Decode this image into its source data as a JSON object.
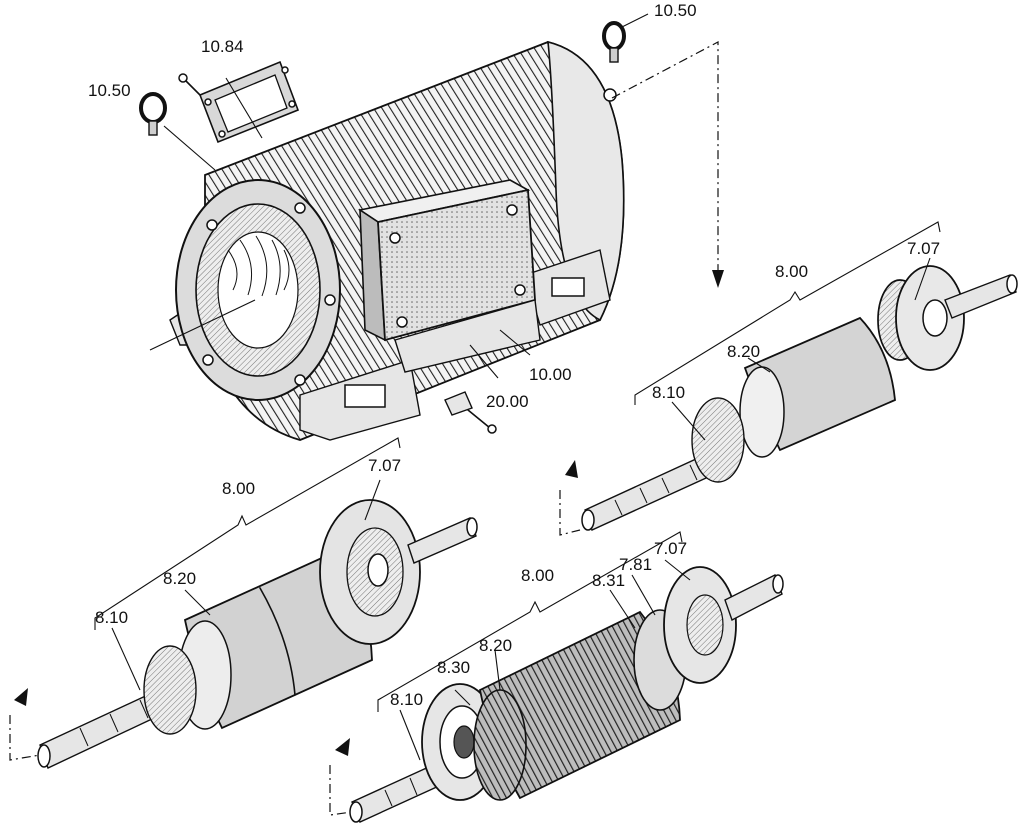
{
  "labels": {
    "eyebolt_left": "10.50",
    "eyebolt_right": "10.50",
    "cover_plate": "10.84",
    "stator_housing": "10.00",
    "terminal_box": "20.00",
    "rotorA_assembly": "8.00",
    "rotorA_fan": "7.07",
    "rotorA_core": "8.20",
    "rotorA_shaft": "8.10",
    "rotorB_assembly": "8.00",
    "rotorB_fan": "7.07",
    "rotorB_core": "8.20",
    "rotorB_shaft": "8.10",
    "rotorC_assembly": "8.00",
    "rotorC_fan": "7.07",
    "rotorC_ring": "7.81",
    "rotorC_endring_right": "8.31",
    "rotorC_core": "8.20",
    "rotorC_endring_left": "8.30",
    "rotorC_shaft": "8.10"
  }
}
